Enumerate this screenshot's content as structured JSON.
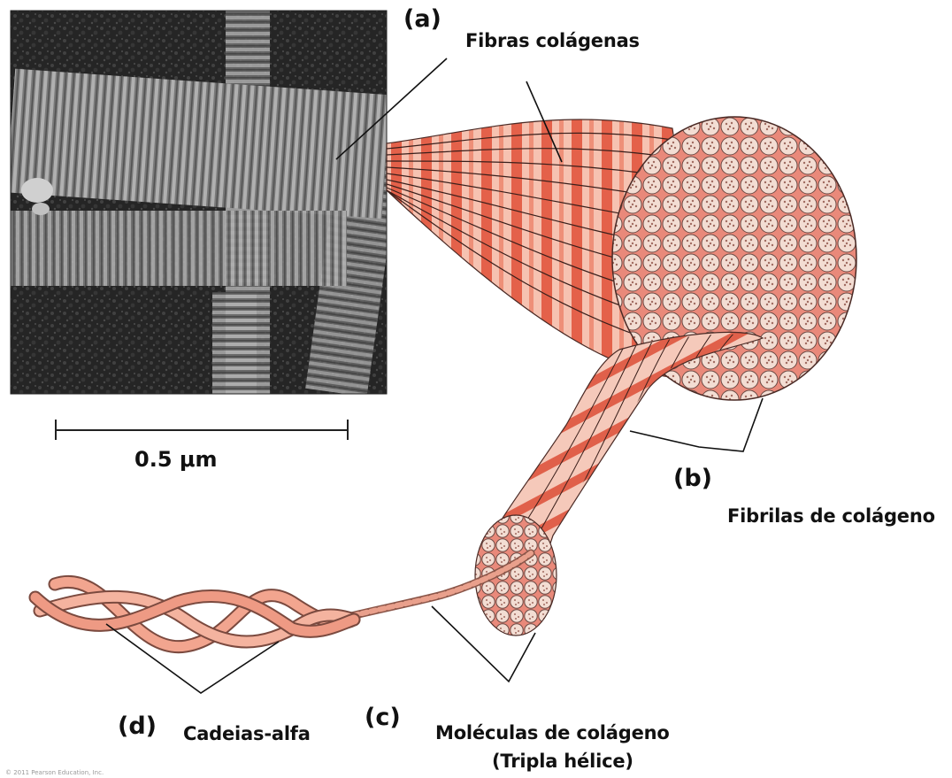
{
  "labels": {
    "a_letter": "(a)",
    "a_text": "Fibras colágenas",
    "b_letter": "(b)",
    "b_text": "Fibrilas de colágeno",
    "c_letter": "(c)",
    "c_text_line1": "Moléculas de colágeno",
    "c_text_line2": "(Tripla hélice)",
    "d_letter": "(d)",
    "d_text": "Cadeias-alfa"
  },
  "scale_bar": {
    "label": "0.5 μm"
  },
  "copyright": "© 2011 Pearson Education, Inc.",
  "colors": {
    "fiber_light": "#f6c4b5",
    "fiber_band": "#e4614a",
    "fibril_end": "#f3d9cf",
    "strand": "#f0a08a",
    "micrograph_dark": "#2a2a2a"
  }
}
